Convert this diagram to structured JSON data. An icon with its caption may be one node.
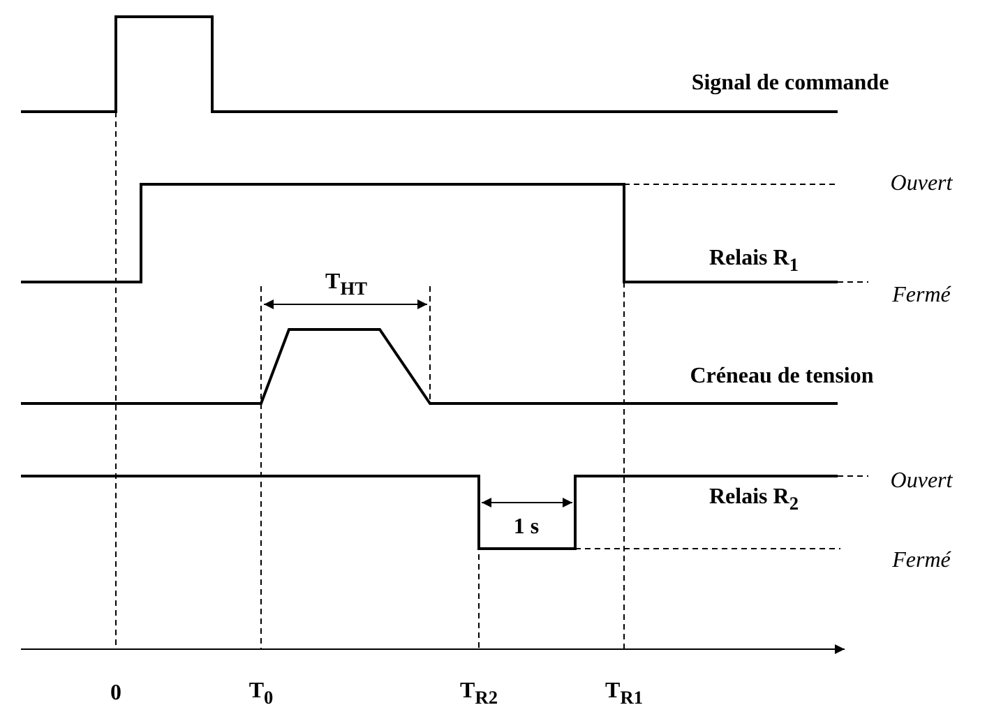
{
  "diagram": {
    "labels": [
      "Signal de commande",
      "Ouvert",
      "Relais R$_{1}$",
      "Fermé",
      "T$_{HT}$",
      "Créneau de tension",
      "Ouvert",
      "Relais R$_{2}$",
      "1 s",
      "Fermé",
      "0",
      "T$_{0}$",
      "T$_{R2}$",
      "T$_{R1}$"
    ]
  }
}
